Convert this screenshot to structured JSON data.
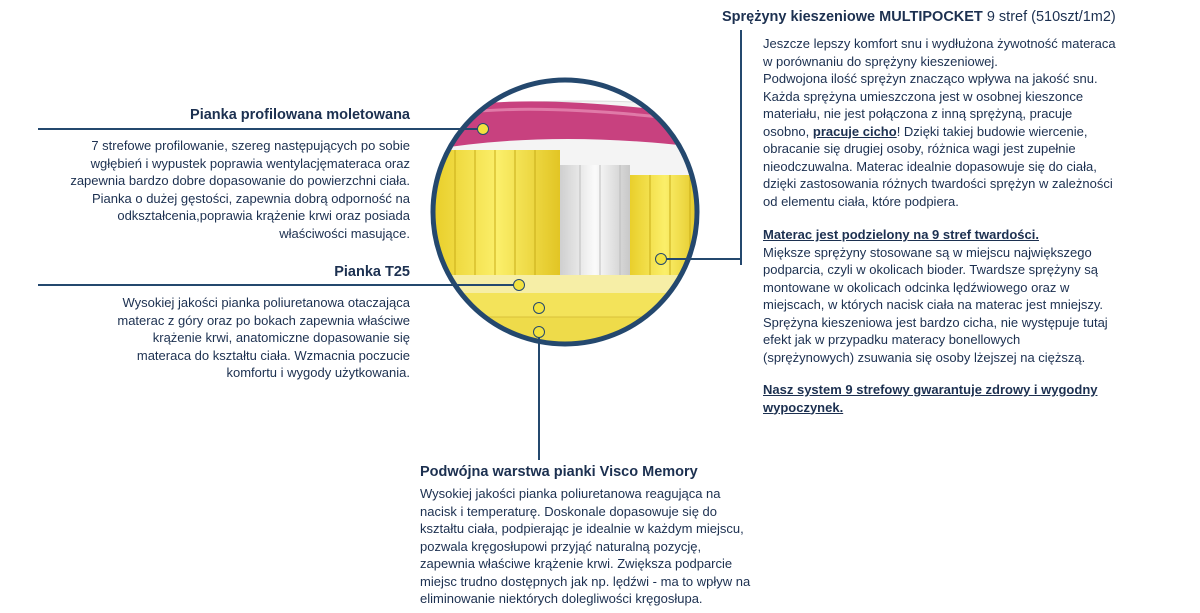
{
  "sections": {
    "pianka_profilowana": {
      "title": "Pianka profilowana moletowana",
      "lines": [
        "7 strefowe profilowanie, szereg następujących po sobie",
        "wgłębień i wypustek poprawia wentylacjęmateraca oraz",
        "zapewnia bardzo dobre dopasowanie do powierzchni ciała.",
        "Pianka o dużej gęstości, zapewnia dobrą odporność na",
        "odkształcenia,poprawia krążenie krwi oraz posiada",
        "właściwości masujące."
      ]
    },
    "pianka_t25": {
      "title": "Pianka T25",
      "lines": [
        "Wysokiej jakości pianka poliuretanowa otaczająca",
        "materac z góry oraz po bokach zapewnia właściwe",
        "krążenie krwi, anatomiczne dopasowanie się",
        "materaca do kształtu ciała. Wzmacnia poczucie",
        "komfortu i wygody użytkowania."
      ]
    },
    "visco": {
      "title": "Podwójna warstwa pianki Visco Memory",
      "lines": [
        "Wysokiej jakości pianka poliuretanowa reagująca na",
        "nacisk i temperaturę. Doskonale dopasowuje się do",
        "kształtu ciała, podpierając je idealnie w każdym miejscu,",
        "pozwala kręgosłupowi przyjąć naturalną pozycję,",
        "zapewnia właściwe krążenie krwi. Zwiększa podparcie",
        "miejsc trudno dostępnych jak np. lędźwi - ma to wpływ na",
        "eliminowanie niektórych dolegliwości kręgosłupa."
      ]
    },
    "multipocket": {
      "title_bold": "Sprężyny kieszeniowe MULTIPOCKET",
      "title_rest": "9 stref (510szt/1m2)",
      "lines_a": [
        "Jeszcze lepszy komfort snu i wydłużona żywotność materaca",
        "w porównaniu do sprężyny kieszeniowej.",
        "Podwojona ilość sprężyn znacząco wpływa na jakość snu.",
        "Każda sprężyna umieszczona jest w osobnej kieszonce",
        "materiału, nie jest połączona z inną sprężyną, pracuje"
      ],
      "line_b_pre": "osobno, ",
      "line_b_link": "pracuje cicho",
      "line_b_post": "! Dzięki takiej budowie wiercenie,",
      "lines_c": [
        "obracanie się drugiej osoby, różnica wagi jest zupełnie",
        "nieodczuwalna. Materac idealnie dopasowuje się do ciała,",
        "dzięki zastosowania różnych twardości sprężyn w zależności",
        "od elementu ciała, które podpiera."
      ],
      "zones_heading": "Materac jest podzielony na 9 stref twardości.",
      "zones_lines": [
        "Miększe sprężyny stosowane są w miejscu największego",
        "podparcia, czyli w okolicach bioder. Twardsze sprężyny są",
        "montowane w okolicach odcinka lędźwiowego oraz w",
        "miejscach, w których nacisk ciała na materac jest mniejszy.",
        "Sprężyna kieszeniowa jest bardzo cicha, nie występuje tutaj",
        "efekt jak w przypadku materacy bonellowych",
        "(sprężynowych) zsuwania się osoby lżejszej na cięższą."
      ],
      "guarantee_lines": [
        "Nasz system 9 strefowy gwarantuje zdrowy i wygodny",
        "wypoczynek."
      ]
    }
  },
  "colors": {
    "text": "#1c3050",
    "lines": "#24486e",
    "yellow": "#f3e23e",
    "pink": "#c8417f",
    "white_spring": "#eeeeee"
  }
}
